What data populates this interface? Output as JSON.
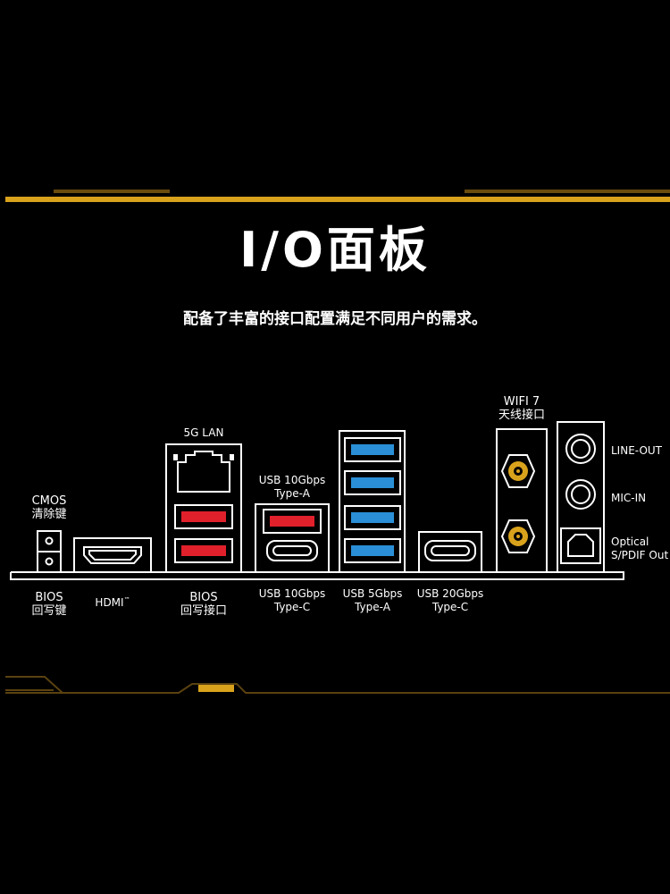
{
  "title": "I/O面板",
  "subtitle": "配备了丰富的接口配置满足不同用户的需求。",
  "colors": {
    "background": "#000000",
    "accent_gold": "#d9a21c",
    "usb10_red": "#e0202b",
    "usb5_blue": "#2a8fd6",
    "outline": "#ffffff"
  },
  "labels": {
    "cmos": [
      "CMOS",
      "清除键"
    ],
    "bios_flash_button": [
      "BIOS",
      "回写键"
    ],
    "hdmi": "HDMI",
    "hdmi_tm": "™",
    "lan": "5G LAN",
    "bios_flash_port": [
      "BIOS",
      "回写接口"
    ],
    "usb10a": [
      "USB 10Gbps",
      "Type-A"
    ],
    "usb10c": [
      "USB 10Gbps",
      "Type-C"
    ],
    "usb5a": [
      "USB 5Gbps",
      "Type-A"
    ],
    "usb20c": [
      "USB 20Gbps",
      "Type-C"
    ],
    "wifi": [
      "WIFI 7",
      "天线接口"
    ],
    "line_out": "LINE-OUT",
    "mic_in": "MIC-IN",
    "optical": [
      "Optical",
      "S/PDIF Out"
    ]
  }
}
